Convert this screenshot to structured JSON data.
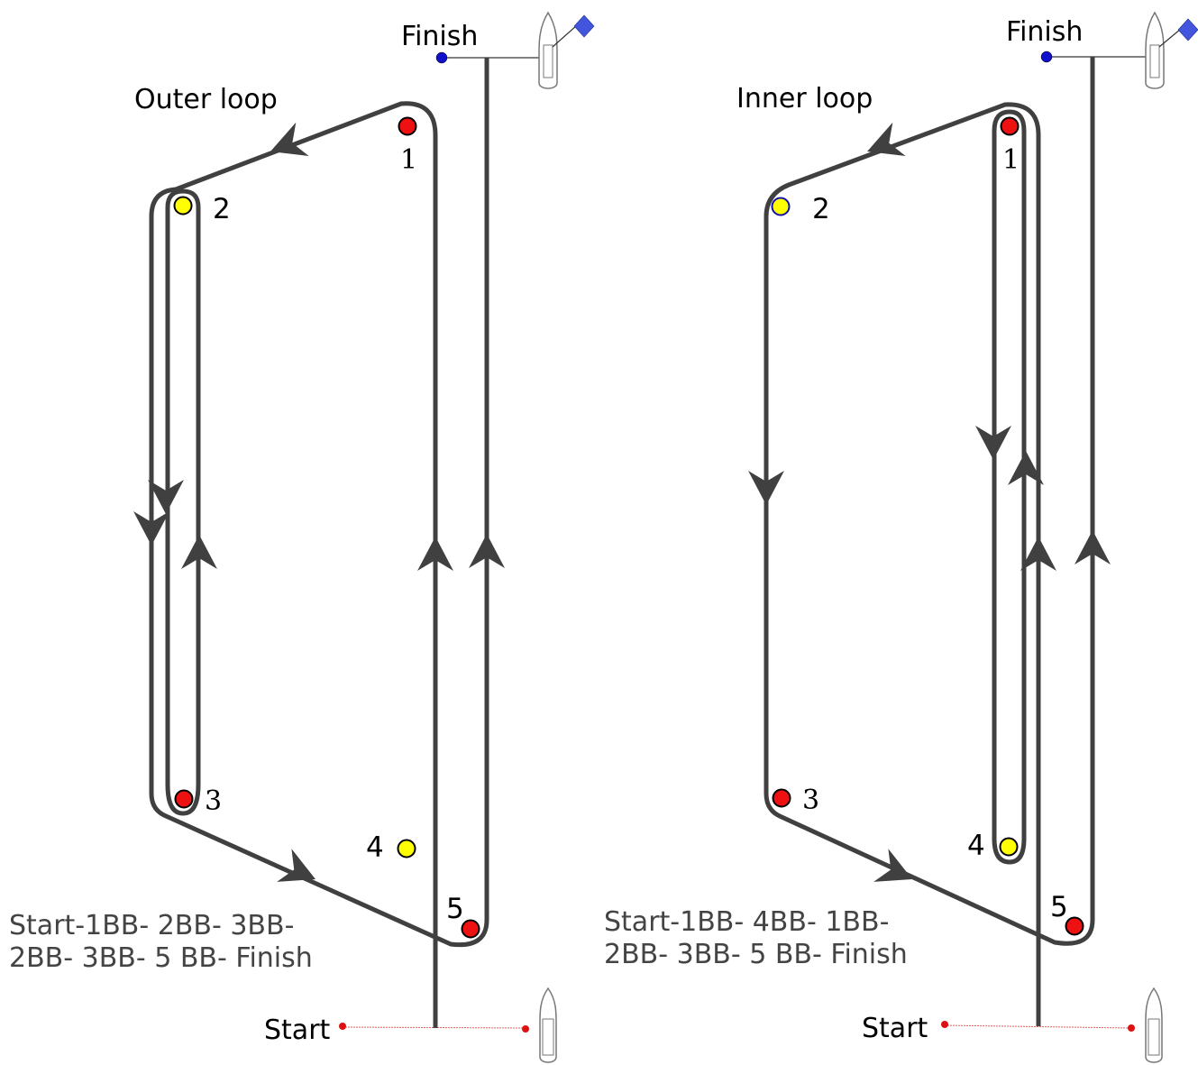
{
  "colors": {
    "course_line": "#404040",
    "mark_red": "#ee1111",
    "mark_yellow": "#ffff00",
    "finish_dot": "#1111cc",
    "start_dot": "#dd1111",
    "flag": "#4455dd"
  },
  "icons": [
    "boat-icon",
    "flag-icon"
  ],
  "panels": [
    {
      "title": "Outer loop",
      "finish_label": "Finish",
      "start_label": "Start",
      "marks": [
        {
          "number": "1",
          "color": "red"
        },
        {
          "number": "2",
          "color": "yellow"
        },
        {
          "number": "3",
          "color": "red"
        },
        {
          "number": "4",
          "color": "yellow"
        },
        {
          "number": "5",
          "color": "red"
        }
      ],
      "route_line1": "Start-1BB- 2BB- 3BB-",
      "route_line2": "2BB- 3BB- 5 BB- Finish"
    },
    {
      "title": "Inner loop",
      "finish_label": "Finish",
      "start_label": "Start",
      "marks": [
        {
          "number": "1",
          "color": "red"
        },
        {
          "number": "2",
          "color": "yellow"
        },
        {
          "number": "3",
          "color": "red"
        },
        {
          "number": "4",
          "color": "yellow"
        },
        {
          "number": "5",
          "color": "red"
        }
      ],
      "route_line1": "Start-1BB- 4BB- 1BB-",
      "route_line2": "2BB- 3BB- 5 BB- Finish"
    }
  ]
}
